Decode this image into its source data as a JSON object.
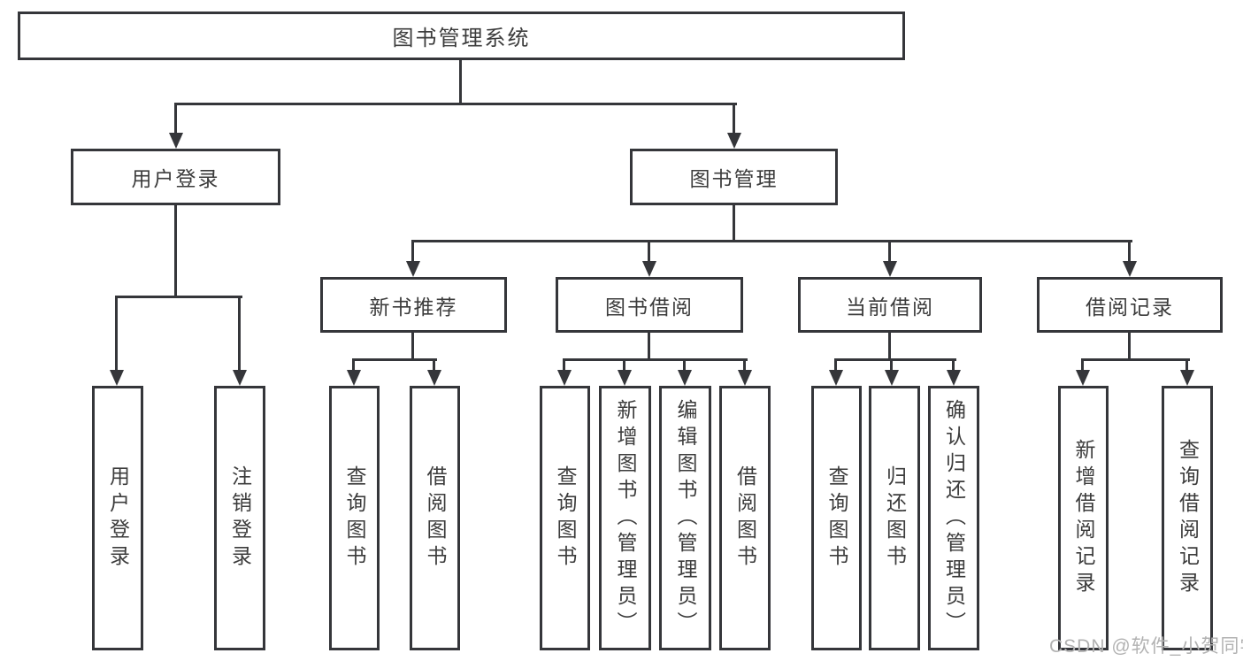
{
  "tree": {
    "label": "图书管理系统",
    "children": [
      {
        "label": "用户登录",
        "children": [
          {
            "label": "用户登录"
          },
          {
            "label": "注销登录"
          }
        ]
      },
      {
        "label": "图书管理",
        "children": [
          {
            "label": "新书推荐",
            "children": [
              {
                "label": "查询图书"
              },
              {
                "label": "借阅图书"
              }
            ]
          },
          {
            "label": "图书借阅",
            "children": [
              {
                "label": "查询图书"
              },
              {
                "label": "新增图书（管理员）"
              },
              {
                "label": "编辑图书（管理员）"
              },
              {
                "label": "借阅图书"
              }
            ]
          },
          {
            "label": "当前借阅",
            "children": [
              {
                "label": "查询图书"
              },
              {
                "label": "归还图书"
              },
              {
                "label": "确认归还（管理员）"
              }
            ]
          },
          {
            "label": "借阅记录",
            "children": [
              {
                "label": "新增借阅记录"
              },
              {
                "label": "查询借阅记录"
              }
            ]
          }
        ]
      }
    ]
  },
  "watermark": {
    "text": "CSDN @软件_小贺同学"
  },
  "colors": {
    "line": "#35363a",
    "text": "#3c3c3c",
    "watermark": "#b2b2b2",
    "background": "#ffffff"
  }
}
